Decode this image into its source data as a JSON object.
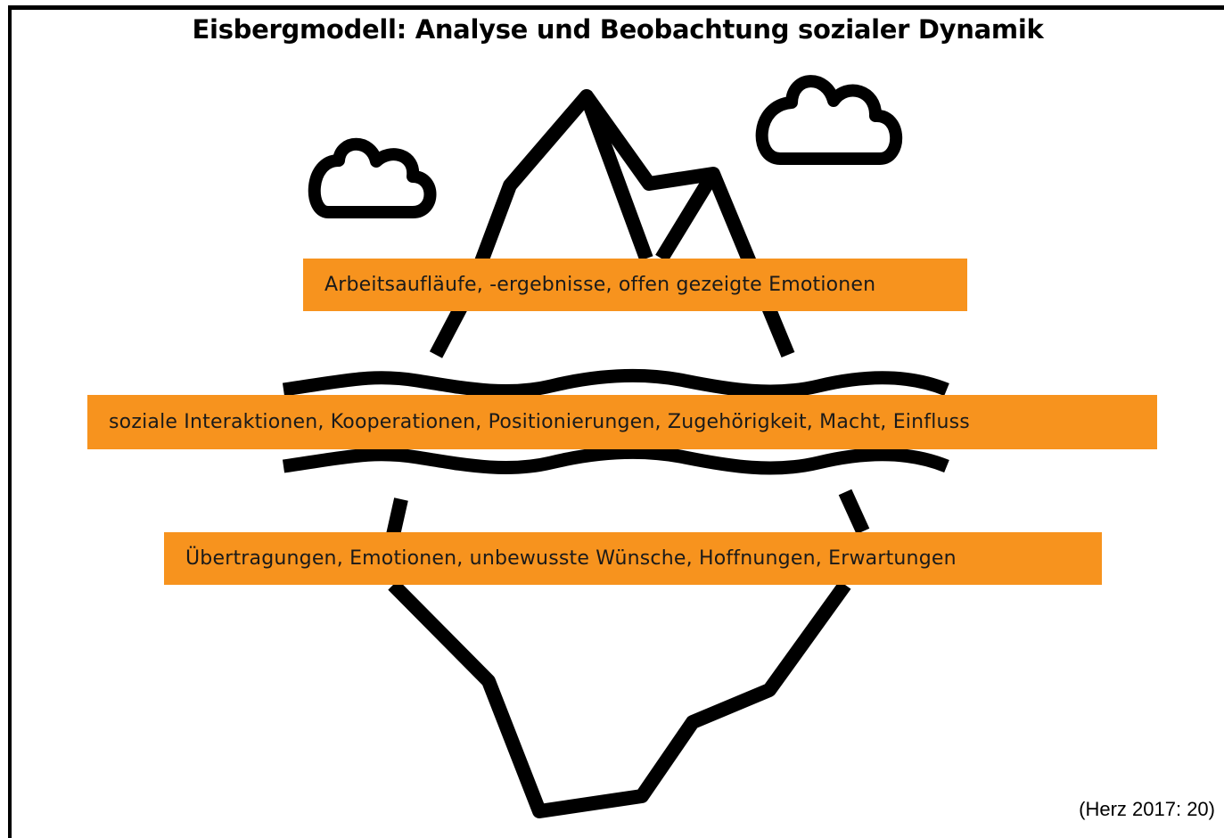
{
  "title": "Eisbergmodell: Analyse und Beobachtung sozialer Dynamik",
  "layers": {
    "visible": "Arbeitsaufläufe, -ergebnisse, offen gezeigte Emotionen",
    "waterline": "soziale Interaktionen, Kooperationen, Positionierungen, Zugehörigkeit, Macht, Einfluss",
    "hidden": "Übertragungen, Emotionen, unbewusste Wünsche, Hoffnungen, Erwartungen"
  },
  "citation": "(Herz 2017: 20)",
  "colors": {
    "band": "#f7931e",
    "ink": "#000000",
    "text": "#1a1a1a",
    "background": "#ffffff"
  },
  "icons": [
    "cloud-icon",
    "cloud-icon",
    "iceberg-icon",
    "wave-icon"
  ]
}
